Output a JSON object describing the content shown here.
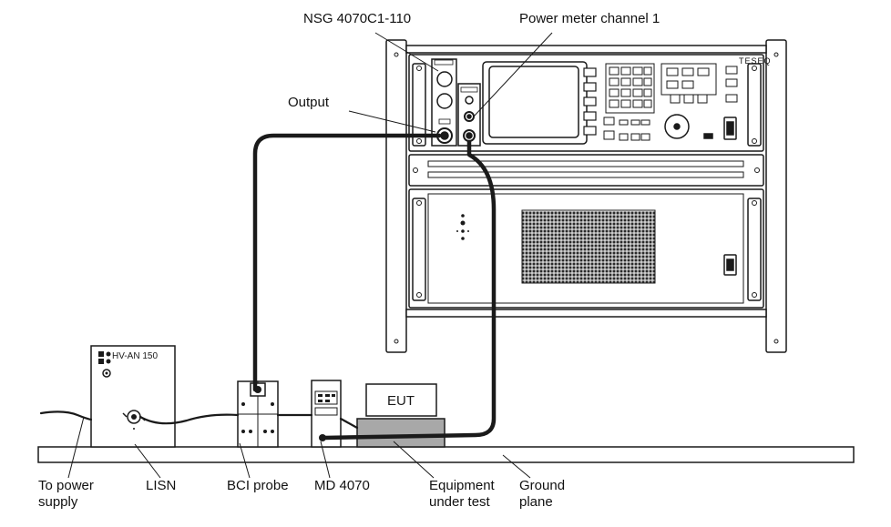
{
  "colors": {
    "line": "#1a1a1a",
    "cable": "#1a1a1a",
    "panel_fill": "#ffffff",
    "eut_base": "#a8a8a8",
    "grille": "#222222"
  },
  "labels": {
    "nsg": "NSG 4070C1-110",
    "power_meter": "Power meter channel 1",
    "output": "Output",
    "to_power_supply_line1": "To power",
    "to_power_supply_line2": "supply",
    "lisn": "LISN",
    "bci_probe": "BCI probe",
    "md4070": "MD 4070",
    "equipment_line1": "Equipment",
    "equipment_line2": "under test",
    "ground_line1": "Ground",
    "ground_line2": "plane"
  },
  "devices": {
    "lisn_model": "HV-AN 150",
    "eut": "EUT",
    "rack_brand": "TESEQ"
  }
}
